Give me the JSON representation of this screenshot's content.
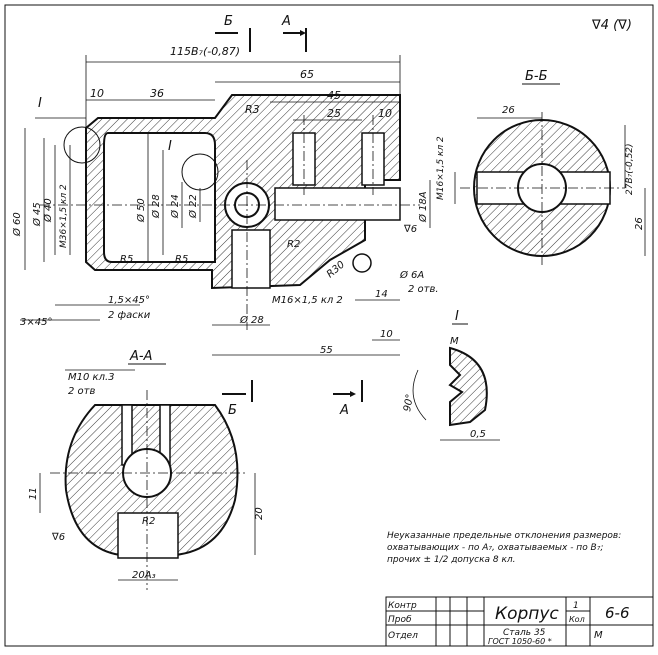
{
  "roughness_symbol": "∇4 (∇)",
  "sections": {
    "b_marker": "Б",
    "a_marker": "А",
    "section_bb": "Б-Б",
    "section_aa": "А-А",
    "detail_label": "I",
    "detail_scale": "М"
  },
  "main_view": {
    "dims": {
      "overall": "115B₇(-0,87)",
      "d65": "65",
      "d45": "45",
      "d25": "25",
      "d10_top": "10",
      "d10_left": "10",
      "d36": "36",
      "r3": "R3",
      "phi60": "Ø 60",
      "phi45": "Ø 45",
      "phi40": "Ø 40",
      "m36": "M36×1,5 кл 2",
      "phi50": "Ø 50",
      "phi28": "Ø 28",
      "phi24": "Ø 24",
      "phi22": "Ø 22",
      "phi18": "Ø 18A",
      "r2": "R2",
      "r5": "R5",
      "r5b": "R5",
      "r30": "R30",
      "phi6": "Ø 6A",
      "phi6_count": "2 отв.",
      "chamfer1": "1,5×45°",
      "chamfer_note": "2 фаски",
      "chamfer2": "3×45°",
      "m16": "M16×1,5 кл 2",
      "phi28_bottom": "Ø 28",
      "d14": "14",
      "d10_bottom": "10",
      "d55": "55",
      "rough6": "∇6"
    }
  },
  "section_bb_view": {
    "d26_top": "26",
    "d26_right": "26",
    "m16": "M16×1,5 кл 2",
    "d27": "27B₇(-0,52)"
  },
  "section_aa_view": {
    "m10": "M10 кл.3",
    "count": "2 отв",
    "d11": "11",
    "d20": "20",
    "r2": "R2",
    "rough6": "∇6",
    "d20a": "20A₃"
  },
  "detail_view": {
    "angle": "90°",
    "d05": "0,5"
  },
  "notes": {
    "line1": "Неуказанные предельные отклонения размеров:",
    "line2": "охватывающих - по А₇, охватываемых - по B₇;",
    "line3": "прочих ± 1/2 допуска 8 кл."
  },
  "title_block": {
    "row1": "Контр",
    "row2": "Проб",
    "row3": "Отдел",
    "name": "Корпус",
    "qty": "1",
    "qty_label": "Кол",
    "code": "6-6",
    "material1": "Сталь 35",
    "material2": "ГОСТ 1050-60 *",
    "scale": "М"
  }
}
